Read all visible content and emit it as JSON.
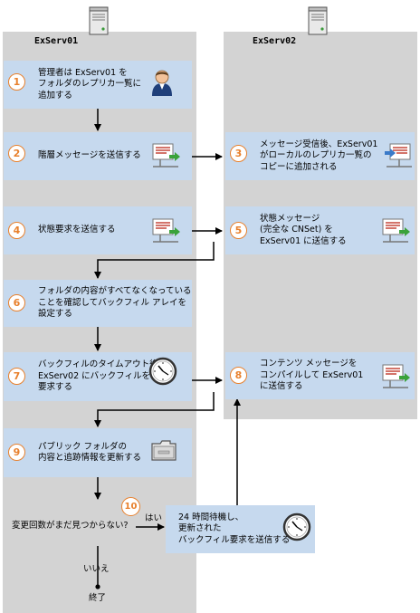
{
  "lanes": {
    "left": "ExServ01",
    "right": "ExServ02"
  },
  "steps": [
    {
      "num": "1",
      "text": "管理者は ExServ01 を\nフォルダのレプリカ一覧に\n追加する"
    },
    {
      "num": "2",
      "text": "階層メッセージを送信する"
    },
    {
      "num": "3",
      "text": "メッセージ受信後、ExServ01\nがローカルのレプリカ一覧の\nコピーに追加される"
    },
    {
      "num": "4",
      "text": "状態要求を送信する"
    },
    {
      "num": "5",
      "text": "状態メッセージ\n(完全な CNSet) を\nExServ01 に送信する"
    },
    {
      "num": "6",
      "text": "フォルダの内容がすべてなくなっている\nことを確認してバックフィル アレイを\n設定する"
    },
    {
      "num": "7",
      "text": "バックフィルのタイムアウト後、\nExServ02 にバックフィルを\n要求する"
    },
    {
      "num": "8",
      "text": "コンテンツ メッセージを\nコンパイルして ExServ01\nに送信する"
    },
    {
      "num": "9",
      "text": "パブリック フォルダの\n内容と追跡情報を更新する"
    }
  ],
  "decision": {
    "num": "10",
    "question": "変更回数がまだ見つからない?",
    "yes": "はい",
    "no": "いいえ"
  },
  "wait_box": {
    "text": "24 時間待機し、\n更新された\nバックフィル要求を送信する"
  },
  "end_label": "終了"
}
